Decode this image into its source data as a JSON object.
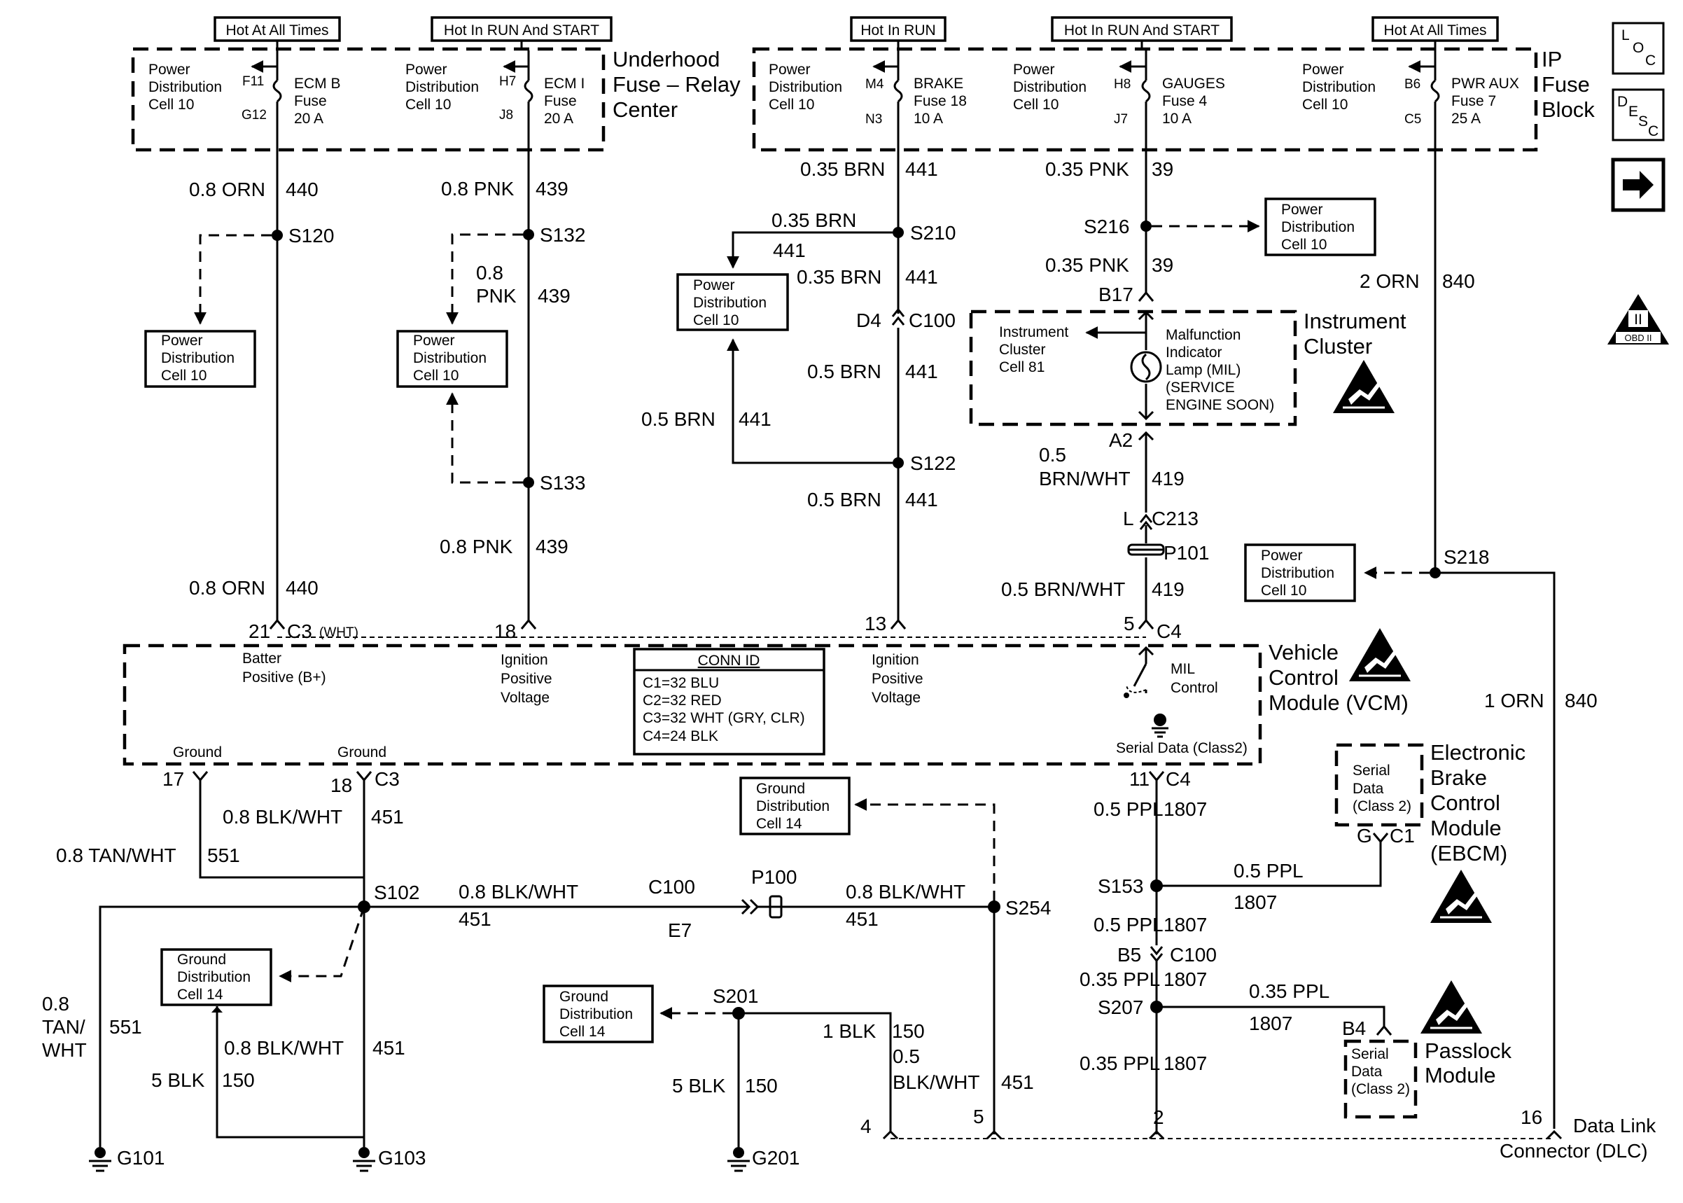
{
  "feeds": {
    "hot_all_1": "Hot At All Times",
    "hot_run_start_1": "Hot In RUN And START",
    "hot_run": "Hot In RUN",
    "hot_run_start_2": "Hot In RUN And START",
    "hot_all_2": "Hot At All Times"
  },
  "underhood": {
    "l1": "Underhood",
    "l2": "Fuse – Relay",
    "l3": "Center"
  },
  "ip_block": {
    "l1": "IP",
    "l2": "Fuse",
    "l3": "Block"
  },
  "fuses": [
    {
      "pd1": "Power",
      "pd2": "Distribution",
      "pd3": "Cell 10",
      "in": "F11",
      "out": "G12",
      "name1": "ECM B",
      "name2": "Fuse",
      "rating": "20 A"
    },
    {
      "pd1": "Power",
      "pd2": "Distribution",
      "pd3": "Cell 10",
      "in": "H7",
      "out": "J8",
      "name1": "ECM I",
      "name2": "Fuse",
      "rating": "20 A"
    },
    {
      "pd1": "Power",
      "pd2": "Distribution",
      "pd3": "Cell 10",
      "in": "M4",
      "out": "N3",
      "name1": "BRAKE",
      "name2": "Fuse 18",
      "rating": "10 A"
    },
    {
      "pd1": "Power",
      "pd2": "Distribution",
      "pd3": "Cell 10",
      "in": "H8",
      "out": "J7",
      "name1": "GAUGES",
      "name2": "Fuse 4",
      "rating": "10 A"
    },
    {
      "pd1": "Power",
      "pd2": "Distribution",
      "pd3": "Cell 10",
      "in": "B6",
      "out": "C5",
      "name1": "PWR AUX",
      "name2": "Fuse 7",
      "rating": "25 A"
    }
  ],
  "wires": {
    "w440a_g": "0.8 ORN",
    "w440a_n": "440",
    "w440b_g": "0.8 ORN",
    "w440b_n": "440",
    "w439a_g": "0.8 PNK",
    "w439a_n": "439",
    "w439b_g1": "0.8",
    "w439b_g2": "PNK",
    "w439b_n": "439",
    "w439c_g": "0.8 PNK",
    "w439c_n": "439",
    "w441a_g": "0.35 BRN",
    "w441a_n": "441",
    "w441b_g": "0.35 BRN",
    "w441b_n": "441",
    "w441c_g": "0.35 BRN",
    "w441c_n": "441",
    "w441d_g": "0.5 BRN",
    "w441d_n": "441",
    "w441e_g": "0.5 BRN",
    "w441e_n": "441",
    "w441f_g": "0.5 BRN",
    "w441f_n": "441",
    "w39a_g": "0.35 PNK",
    "w39a_n": "39",
    "w39b_g": "0.35 PNK",
    "w39b_n": "39",
    "w840a_g": "2 ORN",
    "w840a_n": "840",
    "w840b_g": "1 ORN",
    "w840b_n": "840",
    "w419a_g1": "0.5",
    "w419a_g2": "BRN/WHT",
    "w419a_n": "419",
    "w419b_g": "0.5 BRN/WHT",
    "w419b_n": "419",
    "w451a_g": "0.8 BLK/WHT",
    "w451a_n": "451",
    "w551a_g": "0.8 TAN/WHT",
    "w551a_n": "551",
    "w451b_g": "0.8 BLK/WHT",
    "w451b_n": "451",
    "w451c_g": "0.8 BLK/WHT",
    "w451c_n": "451",
    "w551b_g1": "0.8",
    "w551b_g2": "TAN/",
    "w551b_g3": "WHT",
    "w551b_n": "551",
    "w451d_g": "0.8 BLK/WHT",
    "w451d_n": "451",
    "w150a_g": "5 BLK",
    "w150a_n": "150",
    "w150b_g": "5 BLK",
    "w150b_n": "150",
    "w150c_g": "1 BLK",
    "w150c_n": "150",
    "w451e_g1": "0.5",
    "w451e_g2": "BLK/WHT",
    "w451e_n": "451",
    "w1807a_g": "0.5 PPL",
    "w1807a_n": "1807",
    "w1807b_g": "0.5 PPL",
    "w1807b_n": "1807",
    "w1807c_g": "0.5 PPL",
    "w1807c_n": "1807",
    "w1807d_g": "0.35 PPL",
    "w1807d_n": "1807",
    "w1807e_g": "0.35 PPL",
    "w1807e_n": "1807",
    "w1807f_g": "0.35 PPL",
    "w1807f_n": "1807"
  },
  "splices": [
    "S120",
    "S132",
    "S133",
    "S210",
    "S122",
    "S216",
    "S218",
    "S102",
    "S254",
    "S201",
    "S153",
    "S207"
  ],
  "pd_boxes": {
    "l1": "Power",
    "l2": "Distribution",
    "l3": "Cell 10",
    "g1": "Ground",
    "g2": "Distribution",
    "g3": "Cell 14"
  },
  "connectors": {
    "b17": "B17",
    "d4": "D4",
    "c100a": "C100",
    "a2": "A2",
    "l": "L",
    "c213": "C213",
    "p101": "P101",
    "c3pin": "21",
    "c3": "C3",
    "c3wht": "(WHT)",
    "p18": "18",
    "p13": "13",
    "p5": "5",
    "c4": "C4",
    "p17": "17",
    "p18b": "18",
    "c3b": "C3",
    "p11": "11",
    "c4b": "C4",
    "c100b": "C100",
    "e7": "E7",
    "p100": "P100",
    "b5": "B5",
    "c100c": "C100",
    "g": "G",
    "c1": "C1",
    "b4": "B4",
    "d4p": "4",
    "d5p": "5",
    "d2p": "2",
    "d16p": "16"
  },
  "cluster": {
    "title1": "Instrument",
    "title2": "Cluster",
    "ref1": "Instrument",
    "ref2": "Cluster",
    "ref3": "Cell 81",
    "mil1": "Malfunction",
    "mil2": "Indicator",
    "mil3": "Lamp (MIL)",
    "mil4": "(SERVICE",
    "mil5": "ENGINE SOON)"
  },
  "vcm": {
    "title1": "Vehicle",
    "title2": "Control",
    "title3": "Module (VCM)",
    "batt1": "Batter",
    "batt2": "Positive (B+)",
    "ign1": "Ignition",
    "ign2": "Positive",
    "ign3": "Voltage",
    "ign4": "Ignition",
    "ign5": "Positive",
    "ign6": "Voltage",
    "mil1": "MIL",
    "mil2": "Control",
    "serial": "Serial Data (Class2)",
    "gnd1": "Ground",
    "gnd2": "Ground",
    "conn_title": "CONN ID",
    "conn": [
      "C1=32 BLU",
      "C2=32 RED",
      "C3=32 WHT (GRY, CLR)",
      "C4=24 BLK"
    ]
  },
  "ebcm": {
    "l1": "Electronic",
    "l2": "Brake",
    "l3": "Control",
    "l4": "Module",
    "l5": "(EBCM)",
    "sd1": "Serial",
    "sd2": "Data",
    "sd3": "(Class 2)"
  },
  "passlock": {
    "l1": "Passlock",
    "l2": "Module",
    "sd1": "Serial",
    "sd2": "Data",
    "sd3": "(Class 2)"
  },
  "dlc": {
    "l1": "Data Link",
    "l2": "Connector (DLC)"
  },
  "grounds": {
    "g101": "G101",
    "g103": "G103",
    "g201": "G201"
  },
  "side_icons": {
    "loc1": "L",
    "loc2": "O",
    "loc3": "C",
    "desc1": "D",
    "desc2": "E",
    "desc3": "S",
    "desc4": "C",
    "obd1": "II",
    "obd2": "OBD II"
  }
}
